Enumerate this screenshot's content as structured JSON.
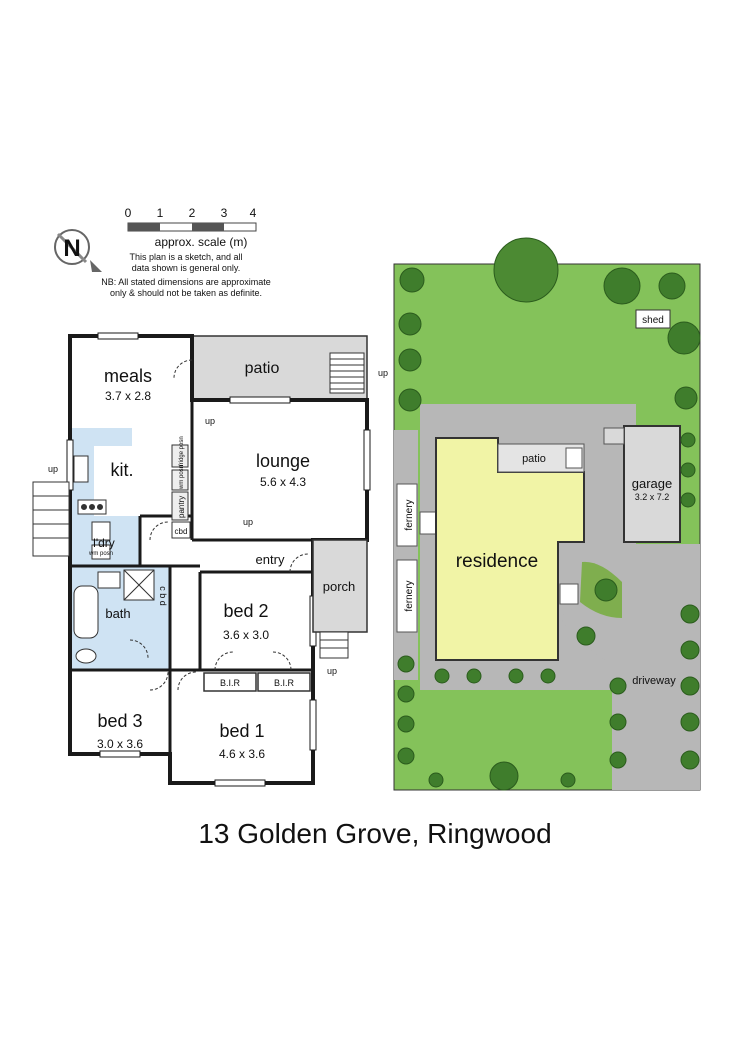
{
  "scale": {
    "ticks": [
      "0",
      "1",
      "2",
      "3",
      "4"
    ],
    "label": "approx. scale (m)",
    "disclaimer_1": "This plan is a sketch, and all",
    "disclaimer_2": "data shown is general only.",
    "note_1": "NB: All stated dimensions are approximate",
    "note_2": "only & should not be taken as definite."
  },
  "compass": {
    "label": "N",
    "icon": "north-compass-icon"
  },
  "floor_plan": {
    "rooms": {
      "meals": {
        "name": "meals",
        "dims": "3.7 x 2.8"
      },
      "patio": {
        "name": "patio"
      },
      "lounge": {
        "name": "lounge",
        "dims": "5.6 x 4.3"
      },
      "kitchen": {
        "name": "kit."
      },
      "laundry": {
        "name": "l'dry"
      },
      "bath": {
        "name": "bath"
      },
      "bed2": {
        "name": "bed 2",
        "dims": "3.6 x 3.0"
      },
      "bed3": {
        "name": "bed 3",
        "dims": "3.0 x 3.6"
      },
      "bed1": {
        "name": "bed 1",
        "dims": "4.6 x 3.6"
      },
      "entry": {
        "name": "entry"
      },
      "porch": {
        "name": "porch"
      }
    },
    "fixtures": {
      "fridge": "fridge posn",
      "wm": "wm posn",
      "pantry": "pantry",
      "cbd": "cbd",
      "cbd_hall": "c b d",
      "bir": "B.I.R"
    },
    "stairs_label": "up"
  },
  "site_plan": {
    "residence": "residence",
    "patio": "patio",
    "garage": "garage",
    "garage_dims": "3.2 x 7.2",
    "shed": "shed",
    "fernery": "fernery",
    "driveway": "driveway"
  },
  "address": "13 Golden Grove, Ringwood",
  "colors": {
    "wall": "#1a1a1a",
    "patio_fill": "#d9d9d9",
    "wet_area": "#cfe3f3",
    "grass": "#84c25a",
    "paving": "#b7b7b7",
    "residence_fill": "#f1f4a6",
    "tree": "#3f7d2c"
  }
}
